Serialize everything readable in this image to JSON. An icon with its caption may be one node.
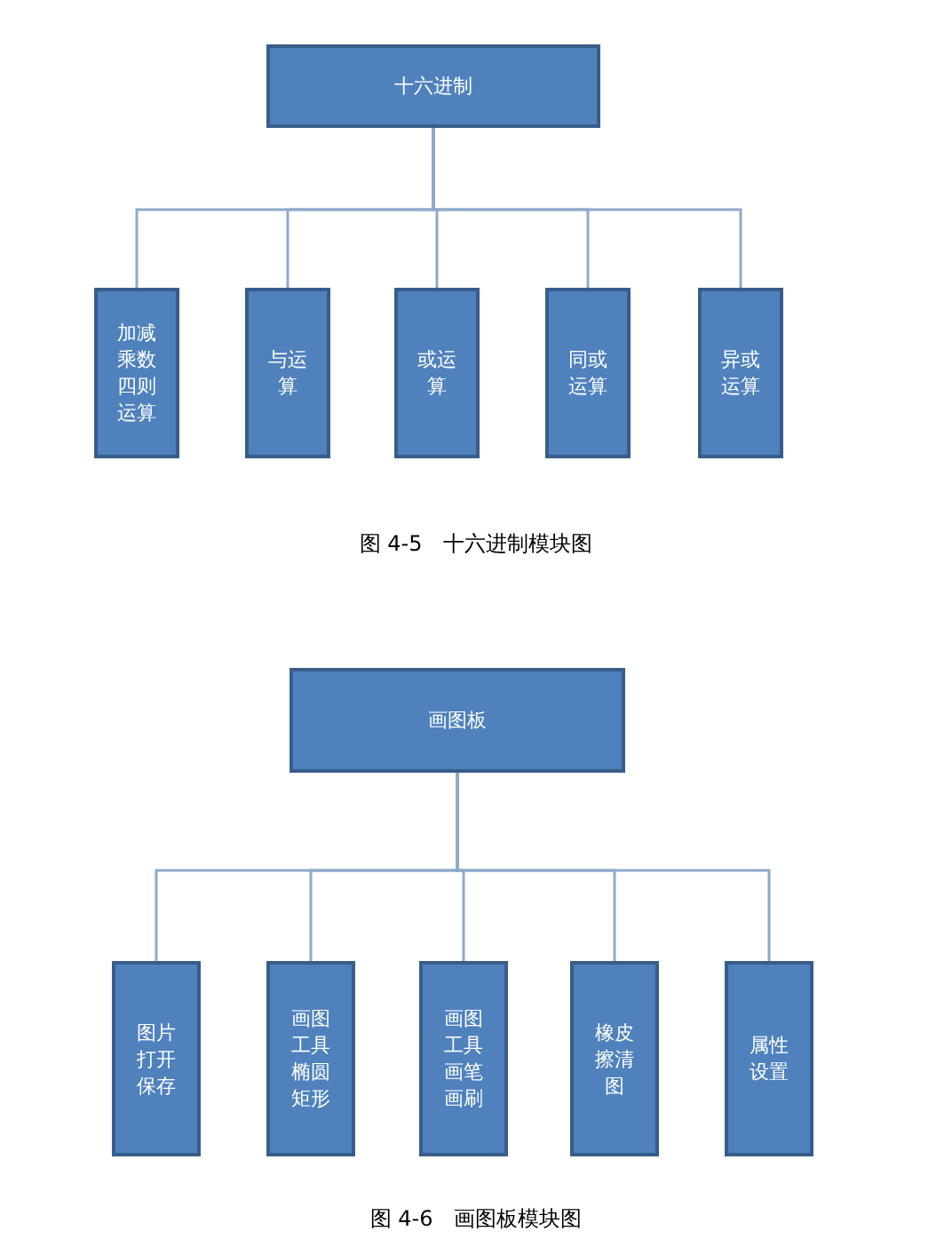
{
  "diagram": {
    "nodes": [
      {
        "text": [
          "十六进制"
        ]
      },
      {
        "text": [
          "加减乘数四则运算"
        ]
      },
      {
        "text": [
          "与运算"
        ]
      },
      {
        "text": [
          "或运算"
        ]
      },
      {
        "text": [
          "同或运算"
        ]
      },
      {
        "text": [
          "异或运算"
        ]
      },
      {
        "text": [
          "画图板"
        ]
      },
      {
        "text": [
          "图片打开保存"
        ]
      },
      {
        "text": [
          "画图工具椭圆矩形"
        ]
      },
      {
        "text": [
          "画图工具画笔画刷"
        ]
      },
      {
        "text": [
          "橡皮擦清图"
        ]
      },
      {
        "text": [
          "属性设置"
        ]
      }
    ],
    "edges": [
      {
        "from": 0,
        "to": 1,
        "arrow": "none"
      },
      {
        "from": 0,
        "to": 2,
        "arrow": "none"
      },
      {
        "from": 0,
        "to": 3,
        "arrow": "none"
      },
      {
        "from": 0,
        "to": 4,
        "arrow": "none"
      },
      {
        "from": 0,
        "to": 5,
        "arrow": "none"
      },
      {
        "from": 6,
        "to": 7,
        "arrow": "none"
      },
      {
        "from": 6,
        "to": 8,
        "arrow": "none"
      },
      {
        "from": 6,
        "to": 9,
        "arrow": "none"
      },
      {
        "from": 6,
        "to": 10,
        "arrow": "none"
      },
      {
        "from": 6,
        "to": 11,
        "arrow": "none"
      }
    ],
    "labels": [
      "图 4-5　十六进制模块图",
      "图 4-6　画图板模块图"
    ]
  }
}
